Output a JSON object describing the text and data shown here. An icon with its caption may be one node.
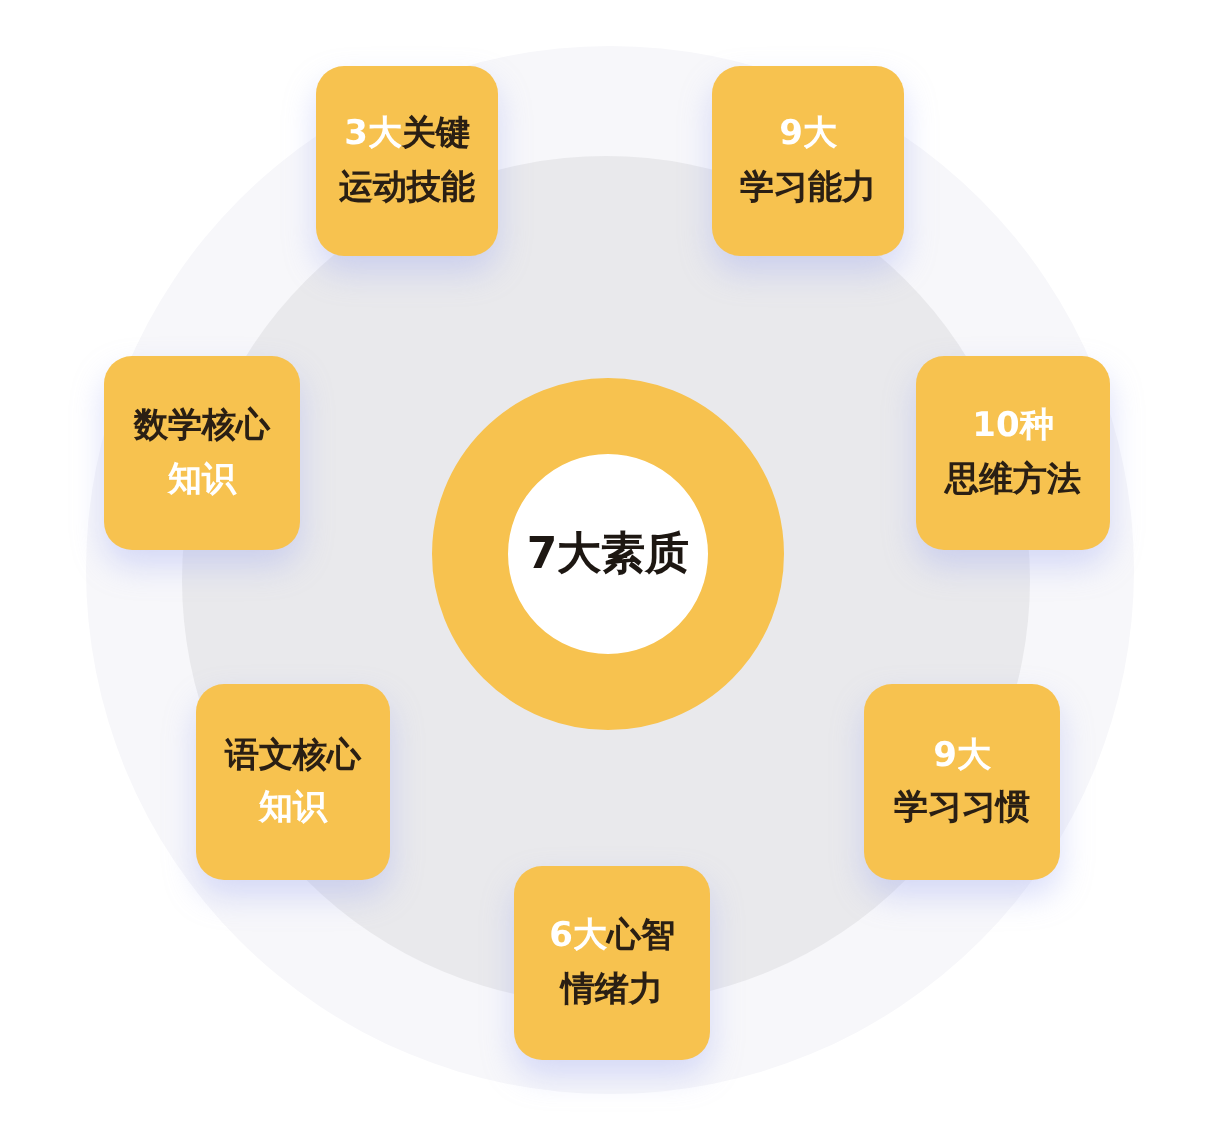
{
  "diagram": {
    "nodes": [
      {
        "text": [
          "7大素质"
        ]
      },
      {
        "text": [
          "**3大**关键",
          "运动技能"
        ]
      },
      {
        "text": [
          "**9大**",
          "学习能力"
        ]
      },
      {
        "text": [
          "数学核心",
          "**知识**"
        ]
      },
      {
        "text": [
          "**10种**",
          "思维方法"
        ]
      },
      {
        "text": [
          "语文核心",
          "**知识**"
        ]
      },
      {
        "text": [
          "**9大**",
          "学习习惯"
        ]
      },
      {
        "text": [
          "**6大**心智",
          "情绪力"
        ]
      }
    ]
  }
}
